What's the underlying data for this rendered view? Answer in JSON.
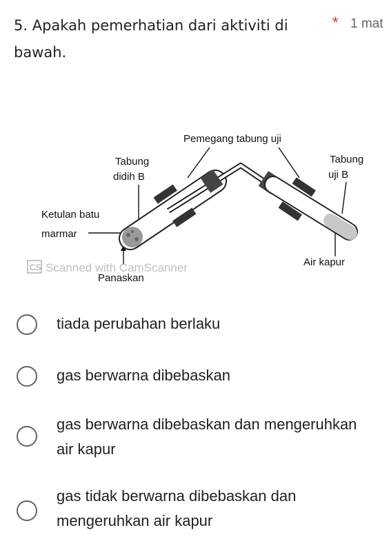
{
  "question": {
    "title": "5. Apakah pemerhatian dari aktiviti di bawah.",
    "required_mark": "*",
    "points": "1 mat"
  },
  "figure": {
    "labels": {
      "holder": "Pemegang tabung uji",
      "boiling_tube_line1": "Tabung",
      "boiling_tube_line2": "didih B",
      "test_tube_line1": "Tabung",
      "test_tube_line2": "uji B",
      "marble_line1": "Ketulan batu",
      "marble_line2": "marmar",
      "heat": "Panaskan",
      "limewater": "Air kapur"
    },
    "watermark": {
      "badge": "CS",
      "text": "Scanned with CamScanner"
    }
  },
  "options": [
    {
      "label": "tiada perubahan berlaku"
    },
    {
      "label": "gas berwarna dibebaskan"
    },
    {
      "label": "gas berwarna dibebaskan dan mengeruhkan air kapur"
    },
    {
      "label": "gas tidak berwarna dibebaskan dan mengeruhkan air kapur"
    }
  ],
  "colors": {
    "text": "#202124",
    "required": "#d93025",
    "points": "#5f6368",
    "radio_border": "#5f6368"
  }
}
